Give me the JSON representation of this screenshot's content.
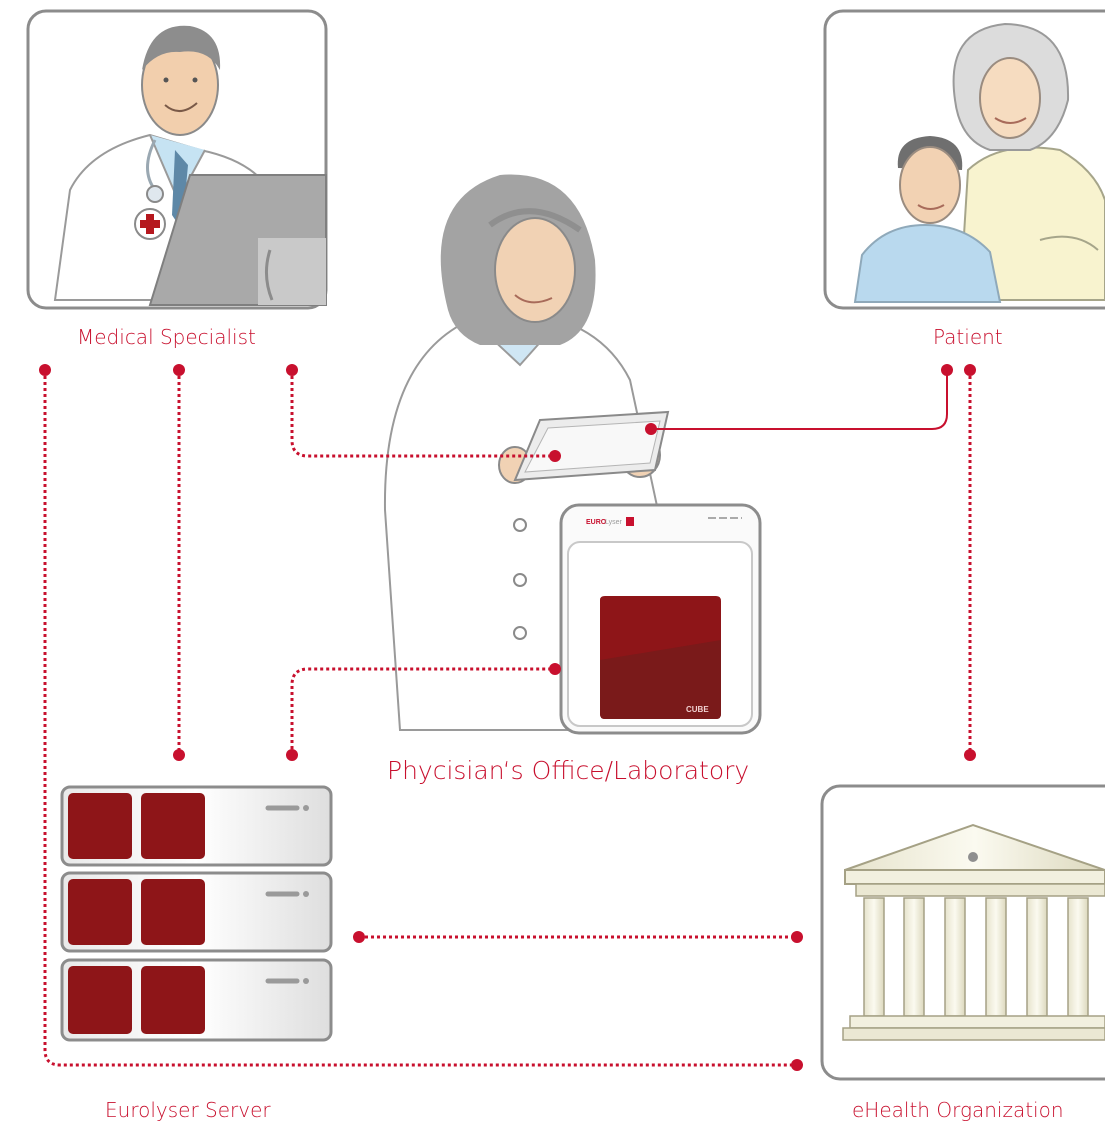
{
  "nodes": {
    "medical_specialist": "Medical Specialist",
    "patient": "Patient",
    "physician_office": "Phycisian‘s Office/Laboratory",
    "eurolyser_server": "Eurolyser Server",
    "ehealth_org": "eHealth Organization"
  },
  "device": {
    "brand_prefix": "EURO",
    "brand_suffix": "Lyser",
    "model": "CUBE"
  },
  "colors": {
    "accent": "#c8102e",
    "dark_red": "#8e1518",
    "frame_gray": "#8c8c8c"
  },
  "icons": [
    "doctor-icon",
    "patients-icon",
    "physician-icon",
    "tablet-icon",
    "analyzer-icon",
    "server-icon",
    "building-icon"
  ]
}
